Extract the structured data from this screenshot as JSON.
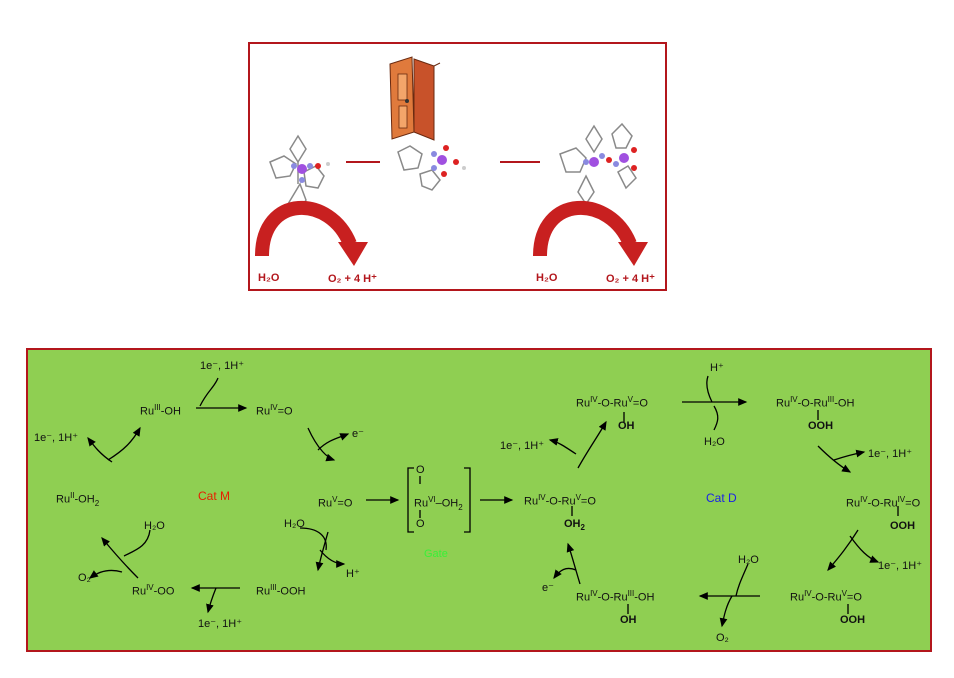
{
  "top_panel": {
    "left_reaction": {
      "reactant": "H₂O",
      "product": "O₂ + 4 H⁺"
    },
    "right_reaction": {
      "reactant": "H₂O",
      "product": "O₂ + 4 H⁺"
    }
  },
  "bottom_panel": {
    "cat_m_label": "Cat M",
    "cat_d_label": "Cat D",
    "gate_label": "Gate",
    "cycle_m": {
      "ru3_oh": "RuIII-OH",
      "ru4_o": "RuIV=O",
      "ru5_o": "RuV=O",
      "ru3_ooh": "RuIII-OOH",
      "ru4_oo": "RuIV-OO",
      "ru2_oh2": "RuII-OH2",
      "step1_label": "1e⁻, 1H⁺",
      "step2_label": "e⁻",
      "step3_water": "H₂O",
      "step3_proton": "H⁺",
      "step4_label": "1e⁻, 1H⁺",
      "step5_water": "H₂O",
      "step5_o2": "O₂",
      "step6_label": "1e⁻, 1H⁺"
    },
    "gate_species": {
      "o_top": "O",
      "o_bottom": "O",
      "ru": "RuVI",
      "ligand": "–OH2"
    },
    "cycle_d": {
      "start": "RuIV-O-RuV=O",
      "start_oh2": "OH2",
      "top_left": "RuIV-O-RuV=O",
      "top_left_oh": "OH",
      "top_right": "RuIV-O-RuIII-OH",
      "top_right_ooh": "OOH",
      "right": "RuIV-O-RuIV=O",
      "right_ooh": "OOH",
      "bottom_right": "RuIV-O-RuV=O",
      "bottom_right_ooh": "OOH",
      "bottom_left": "RuIV-O-RuIII-OH",
      "bottom_left_oh": "OH",
      "step_a": "1e⁻, 1H⁺",
      "step_b_proton": "H⁺",
      "step_b_water": "H₂O",
      "step_c": "1e⁻, 1H⁺",
      "step_d": "1e⁻, 1H⁺",
      "step_e_water": "H₂O",
      "step_e_o2": "O₂",
      "step_f": "e⁻"
    }
  }
}
